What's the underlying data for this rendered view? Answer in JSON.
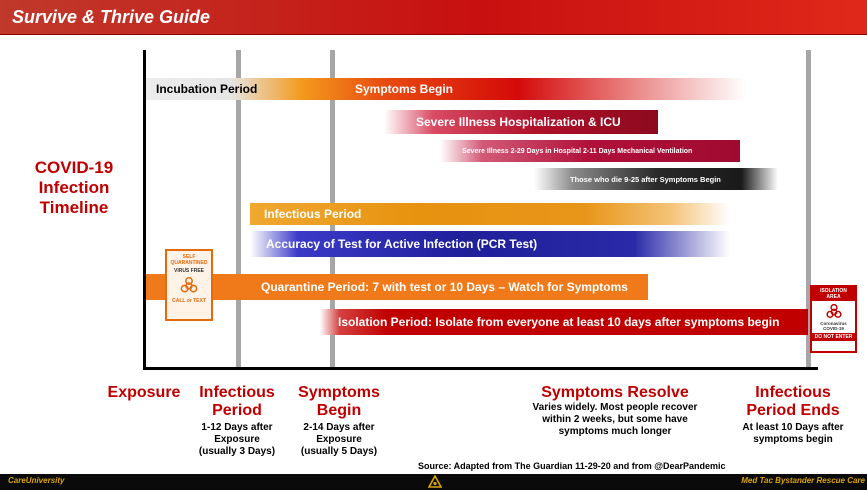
{
  "header": {
    "title": "Survive & Thrive Guide"
  },
  "side_title": [
    "COVID-19",
    "Infection",
    "Timeline"
  ],
  "bars": {
    "incubation": "Incubation Period",
    "symptoms_begin": "Symptoms Begin",
    "severe_illness": "Severe Illness Hospitalization & ICU",
    "severe_days": "Severe Illness 2-29 Days in Hospital 2-11 Days Mechanical Ventilation",
    "those_who_die": "Those who die 9-25 after Symptoms Begin",
    "infectious_period": "Infectious Period",
    "accuracy_test": "Accuracy of Test for Active Infection (PCR Test)",
    "quarantine": "Quarantine Period: 7 with test or 10 Days – Watch for Symptoms",
    "isolation": "Isolation Period: Isolate from everyone at least 10 days after symptoms begin"
  },
  "quarantine_sign": {
    "line1": "SELF",
    "line2": "QUARANTINED",
    "line3": "VIRUS FREE",
    "line4": "CALL or TEXT"
  },
  "isolation_sign": {
    "line1": "ISOLATION",
    "line2": "AREA",
    "line3": "Coronavirus",
    "line4": "COVID-19",
    "line5": "DO NOT ENTER"
  },
  "bottom": {
    "exposure": "Exposure",
    "infectious_title_1": "Infectious",
    "infectious_title_2": "Period",
    "infectious_sub_1": "1-12 Days after",
    "infectious_sub_2": "Exposure",
    "infectious_sub_3": "(usually 3 Days)",
    "symptoms_title_1": "Symptoms",
    "symptoms_title_2": "Begin",
    "symptoms_sub_1": "2-14 Days after",
    "symptoms_sub_2": "Exposure",
    "symptoms_sub_3": "(usually 5 Days)",
    "resolve_title": "Symptoms Resolve",
    "resolve_sub_1": "Varies widely. Most people recover",
    "resolve_sub_2": "within 2 weeks, but some have",
    "resolve_sub_3": "symptoms much longer",
    "ends_title_1": "Infectious",
    "ends_title_2": "Period Ends",
    "ends_sub_1": "At least 10 Days after",
    "ends_sub_2": "symptoms begin"
  },
  "source": "Source: Adapted from The Guardian 11-29-20 and from @DearPandemic",
  "footer": {
    "left": "CareUniversity",
    "right": "Med Tac Bystander Rescue Care"
  },
  "colors": {
    "header_red": "#c81010",
    "title_red": "#c00000",
    "orange": "#f07a1a",
    "blue": "#1f1f9a",
    "gold": "#d9a400"
  }
}
